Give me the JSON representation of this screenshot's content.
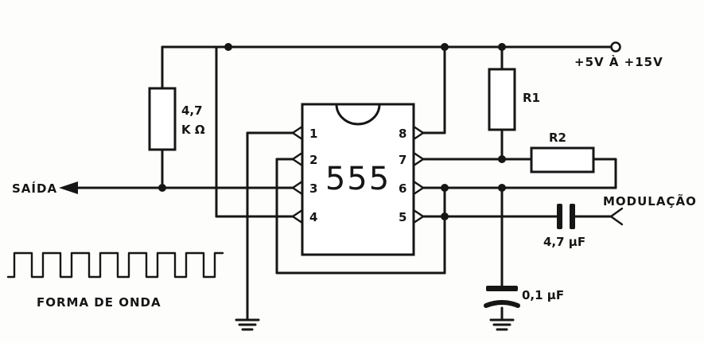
{
  "supply": {
    "label": "+5V À +15V"
  },
  "ic": {
    "name": "555",
    "pins": {
      "p1": "1",
      "p2": "2",
      "p3": "3",
      "p4": "4",
      "p5": "5",
      "p6": "6",
      "p7": "7",
      "p8": "8"
    }
  },
  "components": {
    "r_out": {
      "value_line1": "4,7",
      "value_line2": "K Ω"
    },
    "r1": {
      "label": "R1"
    },
    "r2": {
      "label": "R2"
    },
    "c_mod": {
      "value": "4,7 μF"
    },
    "c_timing": {
      "value": "0,1 μF"
    }
  },
  "terminals": {
    "output": "SAÍDA",
    "modulation": "MODULAÇÃO"
  },
  "waveform": {
    "caption": "FORMA DE ONDA"
  }
}
